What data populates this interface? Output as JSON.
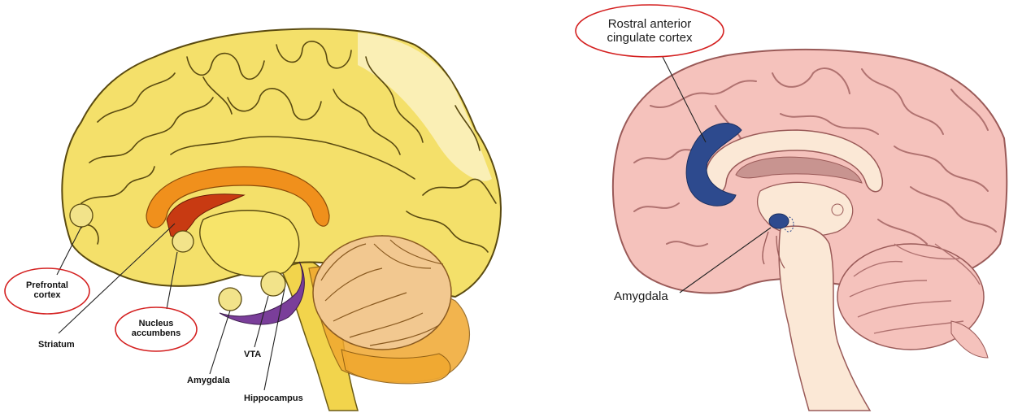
{
  "left_diagram": {
    "labels": {
      "prefrontal_line1": "Prefrontal",
      "prefrontal_line2": "cortex",
      "striatum": "Striatum",
      "nucleus_line1": "Nucleus",
      "nucleus_line2": "accumbens",
      "amygdala": "Amygdala",
      "vta": "VTA",
      "hippocampus": "Hippocampus"
    }
  },
  "right_diagram": {
    "labels": {
      "racc_line1": "Rostral anterior",
      "racc_line2": "cingulate cortex",
      "amygdala": "Amygdala"
    }
  },
  "colors": {
    "highlight_ellipse": "#d42020",
    "left_brain_fill": "#f4e06a",
    "left_brain_outline": "#5a4a10",
    "right_brain_fill": "#f5c2bc",
    "right_brain_outline": "#9a5a58",
    "racc_region": "#2d4a8e"
  }
}
